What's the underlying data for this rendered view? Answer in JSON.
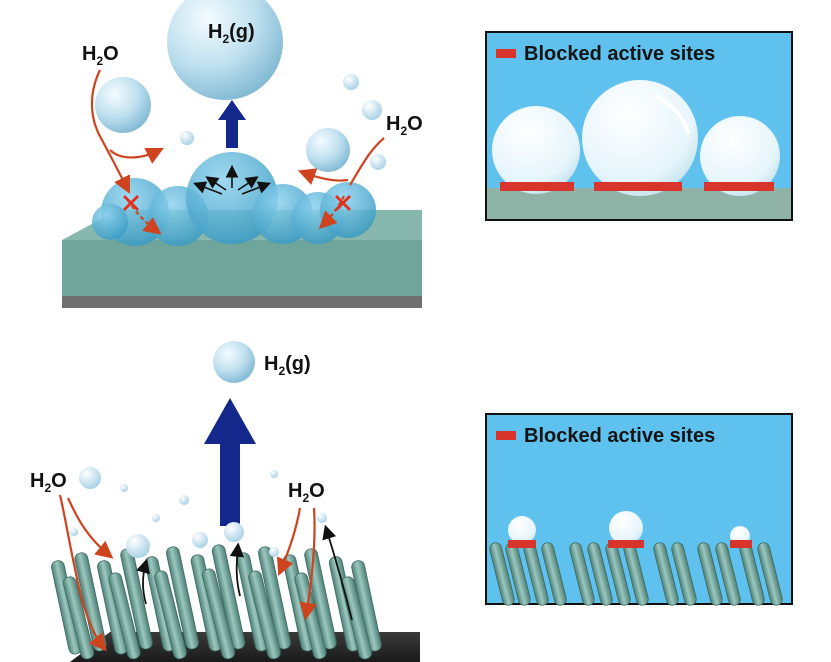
{
  "labels": {
    "h2_gas": "H",
    "h2_gas_sub": "2",
    "h2_gas_suffix": "(g)",
    "water": "H",
    "water_sub": "2",
    "water_suffix": "O"
  },
  "legend": {
    "text": "Blocked active sites"
  },
  "colors": {
    "panel_blue": "#5ec1ee",
    "blocked_site": "#d9342b",
    "substrate_top": "#6fa59a",
    "substrate_side": "#5b8f85",
    "rod_fill": "#7db0a5",
    "upward_arrow": "#13288a",
    "water_path": "#d0431f",
    "bubble": "#bfe0ef"
  },
  "icons": {
    "blocked_marker": "red-x-icon"
  }
}
